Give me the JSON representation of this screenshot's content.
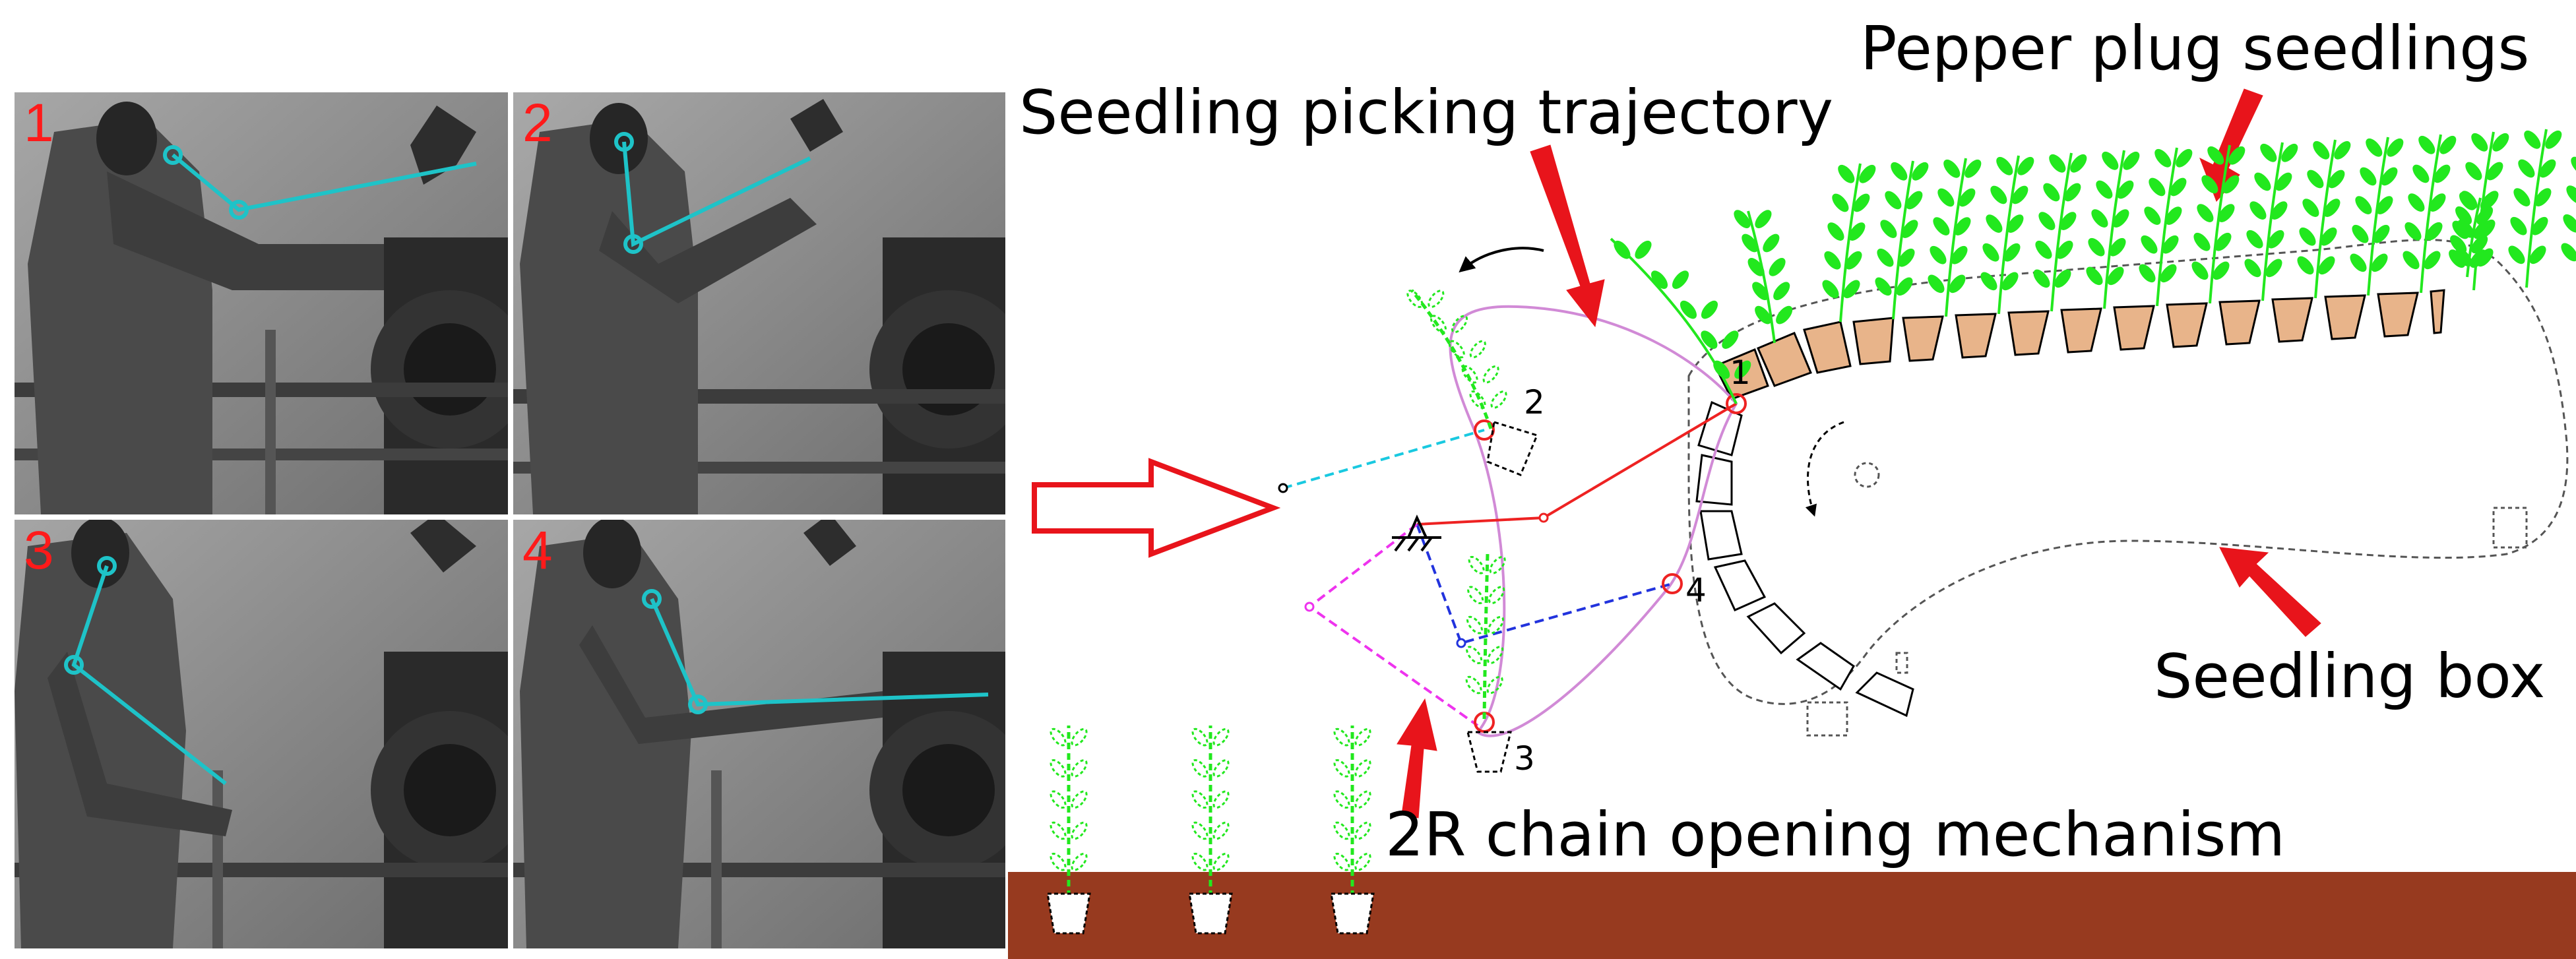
{
  "photos": [
    {
      "number": "1"
    },
    {
      "number": "2"
    },
    {
      "number": "3"
    },
    {
      "number": "4"
    }
  ],
  "labels": {
    "pepper_plug_seedlings": "Pepper plug seedlings",
    "seedling_picking_trajectory": "Seedling picking trajectory",
    "seedling_box": "Seedling box",
    "chain_opening_mechanism": "2R chain opening mechanism"
  },
  "trajectory_points": [
    "1",
    "2",
    "3",
    "4"
  ],
  "colors": {
    "panel_number": "#ff1a1a",
    "arrow_red": "#e8141b",
    "seedling_green": "#22e81e",
    "plug_fill": "#e8b48a",
    "trajectory": "#d18ad6",
    "link_red": "#ee2222",
    "link_cyan": "#19c9e0",
    "link_blue": "#2233dd",
    "link_magenta": "#ee33ee",
    "soil": "#973a1f",
    "skeleton": "#1ec3c8"
  }
}
